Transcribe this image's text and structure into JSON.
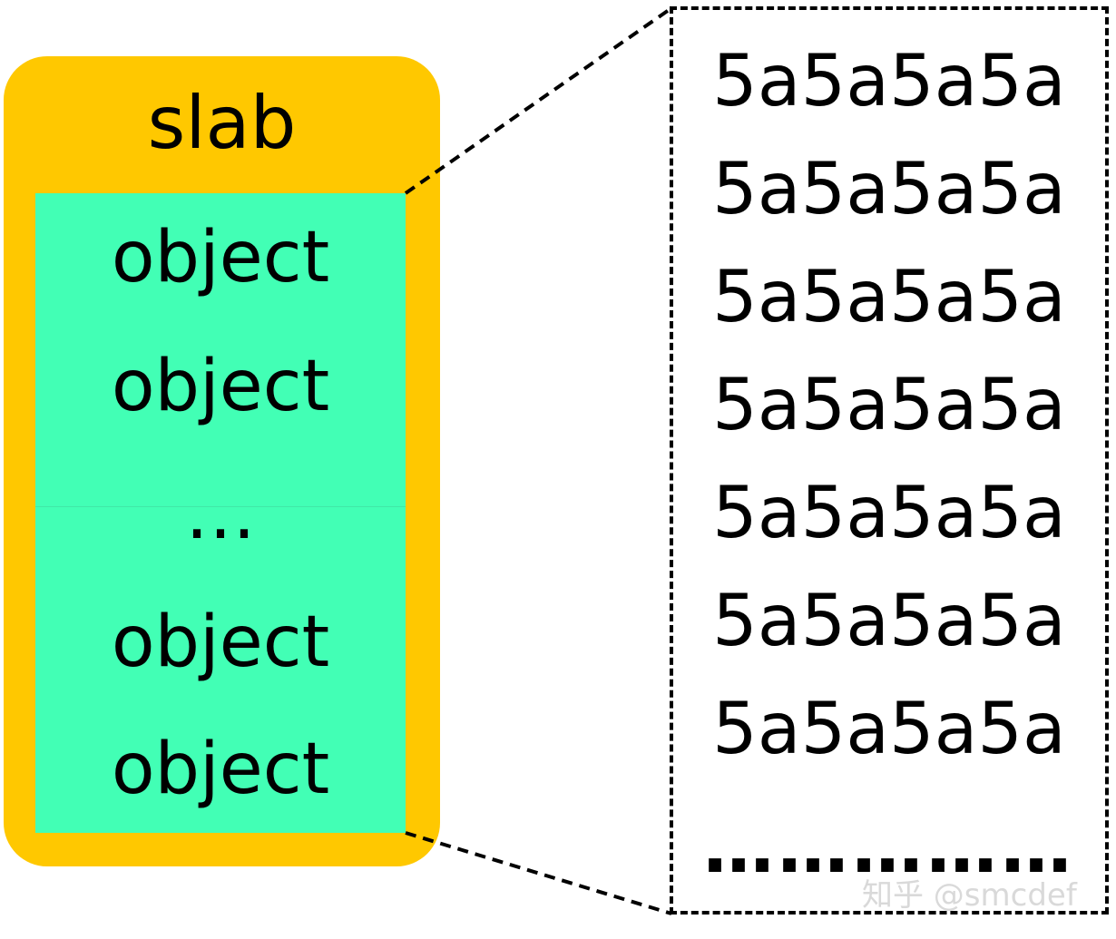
{
  "slab": {
    "label": "slab",
    "fill_color": "#FFC800",
    "objects_fill_color": "#42FFB5",
    "objects": [
      "object",
      "object",
      "…",
      "object",
      "object"
    ]
  },
  "memory": {
    "rows": [
      "5a5a5a5a",
      "5a5a5a5a",
      "5a5a5a5a",
      "5a5a5a5a",
      "5a5a5a5a",
      "5a5a5a5a",
      "5a5a5a5a"
    ],
    "ellipsis": "……………",
    "border_style": "dashed"
  },
  "watermark": "知乎 @smcdef"
}
